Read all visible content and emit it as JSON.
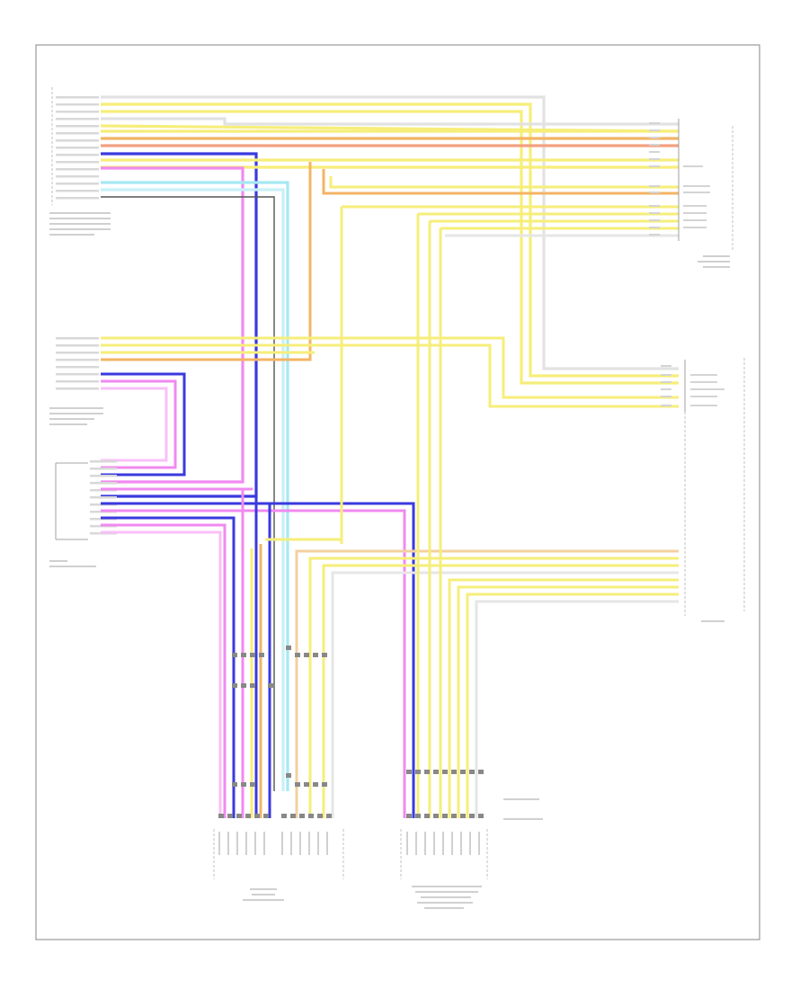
{
  "page": {
    "code": ""
  },
  "frame": {
    "stroke": "#9a9a9a"
  },
  "colors": {
    "yellow": "#f6ee7a",
    "orange": "#f3b466",
    "red": "#f07070",
    "blue": "#3a3adf",
    "pink": "#f08af0",
    "cyan": "#8fe0ef",
    "black": "#444444",
    "gray": "#b8b8b8",
    "light": "#e6e6e6"
  },
  "components": [
    {
      "id": "radio-unit"
    },
    {
      "id": "audio-switch"
    },
    {
      "id": "rear-ent-unit"
    },
    {
      "id": "ent-connector"
    },
    {
      "id": "right-connector-top"
    },
    {
      "id": "right-connector-mid"
    },
    {
      "id": "right-connector-bottom"
    },
    {
      "id": "bottom-connector-a"
    },
    {
      "id": "bottom-connector-b"
    }
  ]
}
